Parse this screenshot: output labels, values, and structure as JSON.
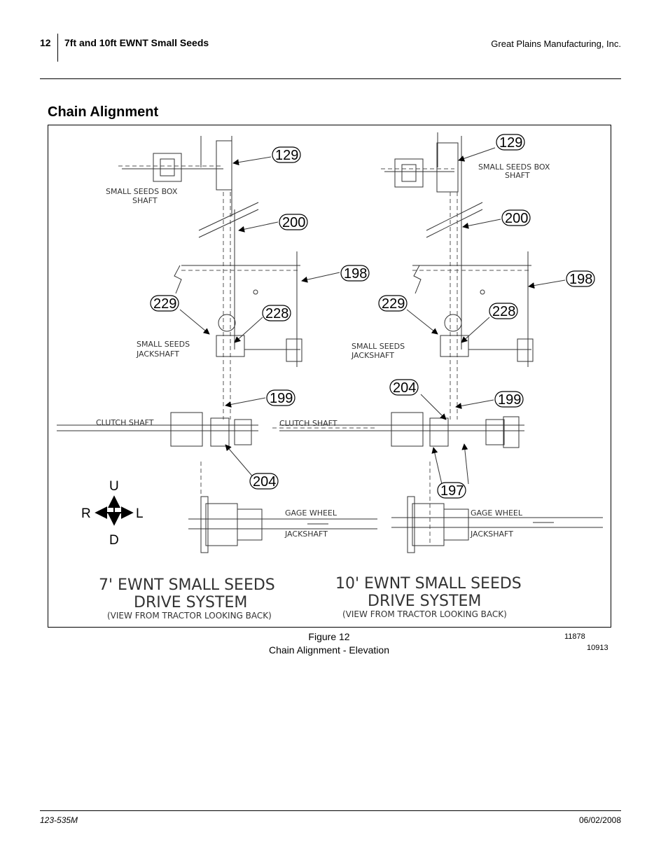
{
  "header": {
    "page_number": "12",
    "doc_title": "7ft and 10ft EWNT Small Seeds",
    "company": "Great Plains Manufacturing, Inc."
  },
  "section_title": "Chain Alignment",
  "figure": {
    "left_drawing": {
      "box_shaft_label": [
        "SMALL SEEDS BOX",
        "SHAFT"
      ],
      "jackshaft_label": [
        "SMALL SEEDS",
        "JACKSHAFT"
      ],
      "clutch_label": "CLUTCH SHAFT",
      "gage_wheel_label": "GAGE WHEEL",
      "gage_jackshaft_label": "JACKSHAFT",
      "title_line1": "7' EWNT SMALL SEEDS",
      "title_line2": "DRIVE SYSTEM",
      "title_line3": "(VIEW FROM TRACTOR LOOKING BACK)",
      "callouts": [
        "129",
        "200",
        "198",
        "229",
        "228",
        "199",
        "204"
      ]
    },
    "right_drawing": {
      "box_shaft_label": [
        "SMALL SEEDS BOX",
        "SHAFT"
      ],
      "jackshaft_label": [
        "SMALL SEEDS",
        "JACKSHAFT"
      ],
      "clutch_label": "CLUTCH SHAFT",
      "gage_wheel_label": "GAGE WHEEL",
      "gage_jackshaft_label": "JACKSHAFT",
      "title_line1": "10' EWNT SMALL SEEDS",
      "title_line2": "DRIVE SYSTEM",
      "title_line3": "(VIEW FROM TRACTOR LOOKING BACK)",
      "callouts": [
        "129",
        "200",
        "198",
        "229",
        "228",
        "204",
        "199",
        "197"
      ]
    },
    "direction": {
      "up": "U",
      "down": "D",
      "right": "R",
      "left": "L"
    }
  },
  "caption": {
    "figure_number": "Figure 12",
    "figure_title": "Chain Alignment - Elevation",
    "ref_id_1": "11878",
    "ref_id_2": "10913"
  },
  "footer": {
    "doc_number": "123-535M",
    "date": "06/02/2008"
  }
}
